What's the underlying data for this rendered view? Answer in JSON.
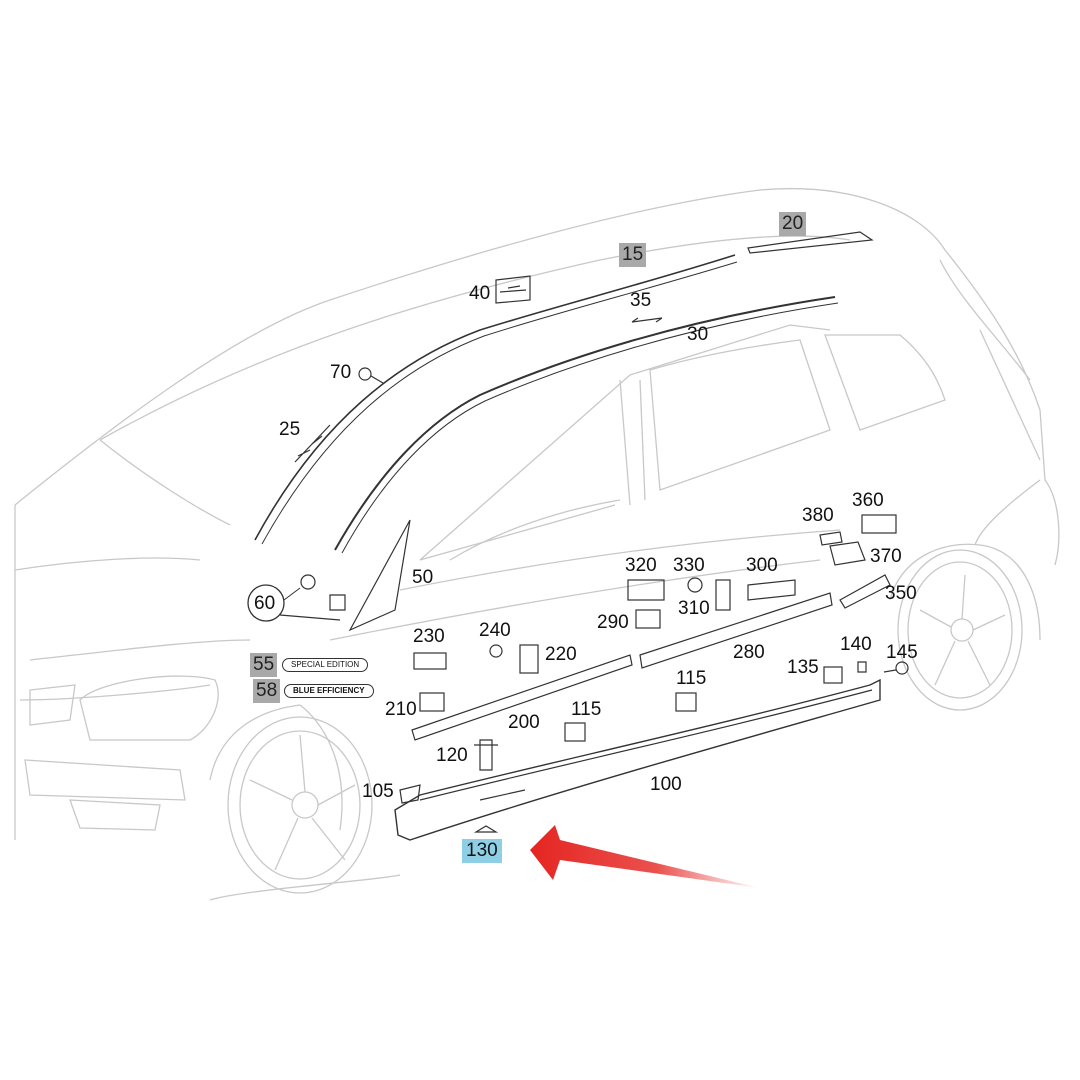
{
  "labels": {
    "p15": "15",
    "p20": "20",
    "p25": "25",
    "p30": "30",
    "p35": "35",
    "p40": "40",
    "p50": "50",
    "p55": "55",
    "p58": "58",
    "p60": "60",
    "p70": "70",
    "p100": "100",
    "p105": "105",
    "p115a": "115",
    "p115b": "115",
    "p120": "120",
    "p130": "130",
    "p135": "135",
    "p140": "140",
    "p145": "145",
    "p200": "200",
    "p210": "210",
    "p220": "220",
    "p230": "230",
    "p240": "240",
    "p280": "280",
    "p290": "290",
    "p300": "300",
    "p310": "310",
    "p320": "320",
    "p330": "330",
    "p350": "350",
    "p360": "360",
    "p370": "370",
    "p380": "380"
  },
  "badges": {
    "special_edition": "SPECIAL EDITION",
    "blue_efficiency": "BLUE EFFICIENCY"
  },
  "colors": {
    "highlight_grey": "#a9a9a9",
    "highlight_blue": "#8ecfe6",
    "arrow_red": "#e52521"
  }
}
